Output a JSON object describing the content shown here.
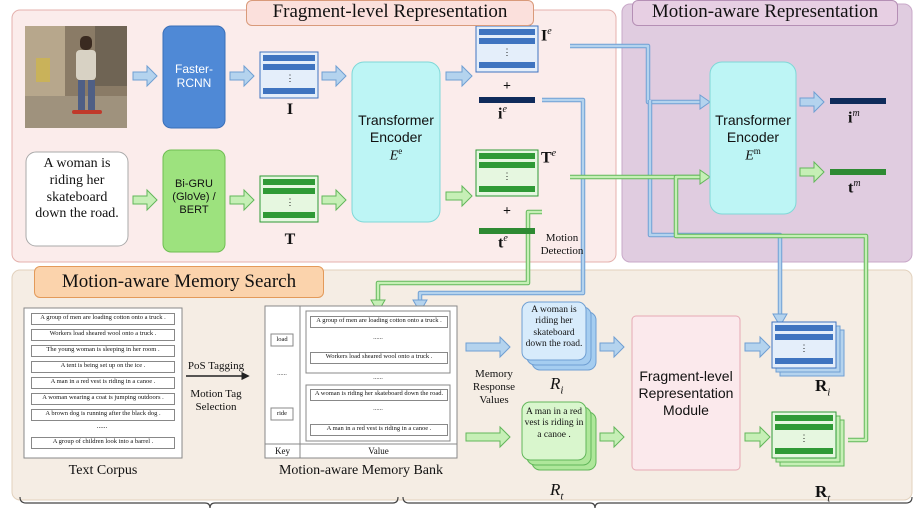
{
  "titles": {
    "fragment": "Fragment-level Representation",
    "motion": "Motion-aware Representation",
    "memory_search": "Motion-aware Memory Search"
  },
  "modules": {
    "faster_rcnn": "Faster-RCNN",
    "bigru": "Bi-GRU (GloVe) / BERT",
    "encoder_e": "Transformer Encoder",
    "encoder_e_sym": "E",
    "encoder_e_sup": "e",
    "encoder_m": "Transformer Encoder",
    "encoder_m_sym": "E",
    "encoder_m_sup": "m",
    "frm": "Fragment-level Representation Module"
  },
  "input_caption": "A woman is riding her skateboard down the road.",
  "symbols": {
    "I": "I",
    "T": "T",
    "Ie": "I",
    "Ie_sup": "e",
    "ie": "i",
    "ie_sup": "e",
    "Te": "T",
    "Te_sup": "e",
    "te": "t",
    "te_sup": "e",
    "im": "i",
    "im_sup": "m",
    "tm": "t",
    "tm_sup": "m",
    "Ri": "R",
    "Ri_sub": "i",
    "Rt": "R",
    "Rt_sub": "t",
    "cal_Ri": "R",
    "cal_Ri_sub": "i",
    "cal_Rt": "R",
    "cal_Rt_sub": "t",
    "plus": "+",
    "dots": "⋮"
  },
  "labels": {
    "motion_detection": "Motion Detection",
    "pos_tagging": "PoS Tagging",
    "motion_tag_selection": "Motion Tag Selection",
    "memory_response": "Memory Response Values",
    "text_corpus": "Text Corpus",
    "memory_bank": "Motion-aware Memory Bank",
    "key": "Key",
    "value": "Value"
  },
  "corpus": [
    "A group of men are loading cotton onto a truck .",
    "Workers load sheared wool onto a truck .",
    "The young woman is sleeping in her room .",
    "A tent is being set up on the ice .",
    "A man in a red vest is riding in a canoe .",
    "A woman wearing a coat is jumping outdoors .",
    "A brown dog is running after the black dog .",
    "......",
    "A group of children look into a barrel ."
  ],
  "memory_keys": [
    "load",
    "......",
    "ride"
  ],
  "memory_values_load": [
    "A group of men are loading cotton onto a truck .",
    "......",
    "Workers load sheared wool onto a truck ."
  ],
  "memory_mid": "......",
  "memory_values_ride": [
    "A woman is riding her skateboard down the road.",
    "......",
    "A man in a red vest is riding in a canoe ."
  ],
  "ri_text": "A woman is riding her skateboard down the road.",
  "rt_text": "A man in a red vest is riding in a canoe .",
  "colors": {
    "fragment_bg": "#fbeceb",
    "motion_bg": "#e0cce0",
    "memory_bg": "#f5ede4",
    "cyan": "#bdf5f5",
    "blue_module": "#4f89d6",
    "green_module": "#9de27e",
    "feat_blue": "#3f74c0",
    "feat_green": "#2f9a36",
    "arrow_blue": "#b4d3ee",
    "arrow_green": "#c6efb6",
    "frm_pink": "#fbe9ec"
  }
}
